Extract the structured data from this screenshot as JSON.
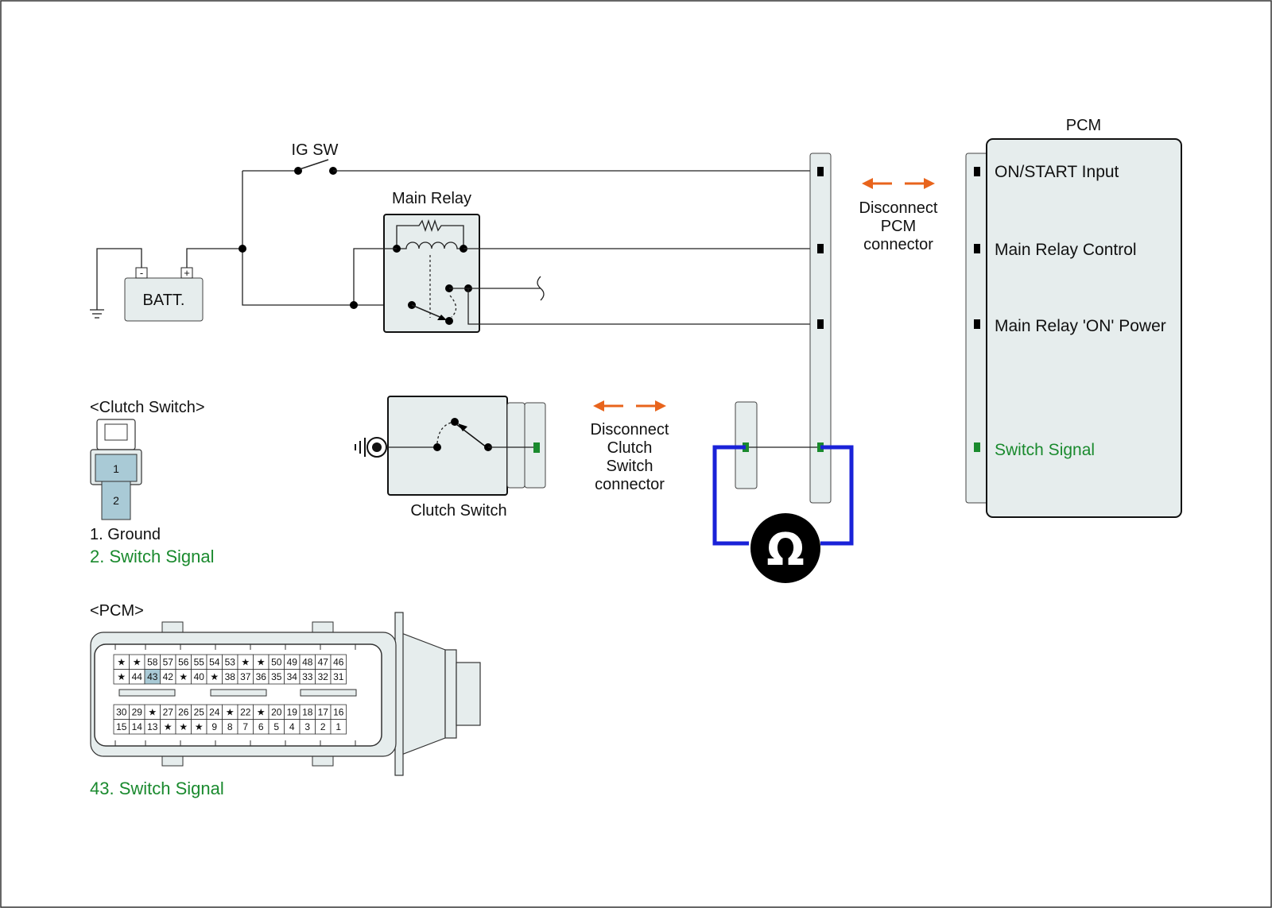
{
  "labels": {
    "ig_sw": "IG SW",
    "main_relay": "Main Relay",
    "batt": "BATT.",
    "batt_minus": "-",
    "batt_plus": "+",
    "pcm_title": "PCM",
    "disconnect_pcm": [
      "Disconnect",
      "PCM",
      "connector"
    ],
    "disconnect_clutch": [
      "Disconnect",
      "Clutch",
      "Switch",
      "connector"
    ],
    "clutch_switch": "Clutch Switch",
    "omega": "Ω"
  },
  "pcm_pins": [
    {
      "label": "ON/START Input",
      "color": "#111111"
    },
    {
      "label": "Main Relay Control",
      "color": "#111111"
    },
    {
      "label": "Main Relay 'ON' Power",
      "color": "#111111"
    },
    {
      "label": "Switch Signal",
      "color": "#1a8a2e"
    }
  ],
  "clutch_connector": {
    "title": "<Clutch Switch>",
    "pin1": "1",
    "pin2": "2",
    "legend1": "1. Ground",
    "legend2": "2. Switch Signal"
  },
  "pcm_connector": {
    "title": "<PCM>",
    "legend": "43. Switch Signal",
    "highlight": "43",
    "top_rows": [
      [
        "★",
        "★",
        "58",
        "57",
        "56",
        "55",
        "54",
        "53",
        "★",
        "★",
        "50",
        "49",
        "48",
        "47",
        "46"
      ],
      [
        "★",
        "44",
        "43",
        "42",
        "★",
        "40",
        "★",
        "38",
        "37",
        "36",
        "35",
        "34",
        "33",
        "32",
        "31"
      ]
    ],
    "bottom_rows": [
      [
        "30",
        "29",
        "★",
        "27",
        "26",
        "25",
        "24",
        "★",
        "22",
        "★",
        "20",
        "19",
        "18",
        "17",
        "16"
      ],
      [
        "15",
        "14",
        "13",
        "★",
        "★",
        "★",
        "9",
        "8",
        "7",
        "6",
        "5",
        "4",
        "3",
        "2",
        "1"
      ]
    ]
  },
  "colors": {
    "arrow": "#e8641c",
    "meter_lead": "#1a22d8",
    "signal": "#1a8a2e",
    "highlight_cell": "#a9cad6"
  }
}
